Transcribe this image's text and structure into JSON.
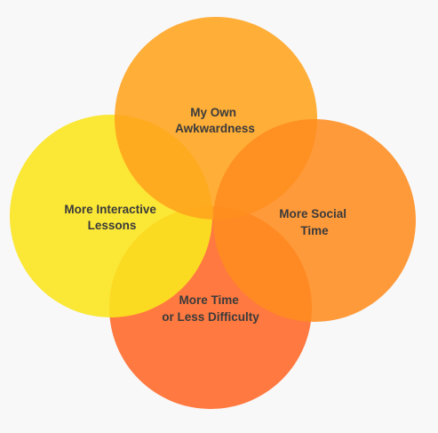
{
  "diagram": {
    "type": "venn",
    "circles": [
      {
        "id": "bottom",
        "name": "more-time-less-difficulty",
        "lines": [
          "More Time",
          "or Less Difficulty"
        ],
        "color": "#ff6a2b"
      },
      {
        "id": "left",
        "name": "more-interactive-lessons",
        "lines": [
          "More Interactive",
          "Lessons"
        ],
        "color": "#fbe41f"
      },
      {
        "id": "top",
        "name": "my-own-awkwardness",
        "lines": [
          "My Own",
          "Awkwardness"
        ],
        "color": "#ffa31c"
      },
      {
        "id": "right",
        "name": "more-social-time",
        "lines": [
          "More Social",
          "Time"
        ],
        "color": "#ff8c1f"
      }
    ]
  }
}
